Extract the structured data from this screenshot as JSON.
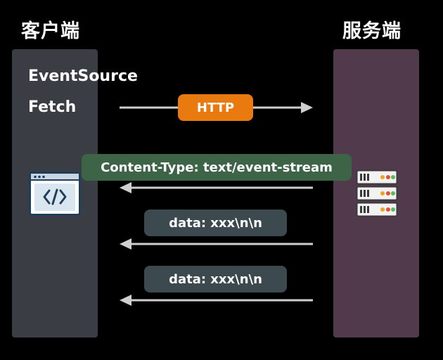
{
  "client": {
    "title": "客户端",
    "labels": [
      "EventSource",
      "Fetch"
    ],
    "icon": "browser-code-icon"
  },
  "server": {
    "title": "服务端",
    "icon": "server-rack-icon"
  },
  "request": {
    "label": "HTTP",
    "direction": "client-to-server",
    "color": "#e87a0f"
  },
  "responses": [
    {
      "label": "Content-Type: text/event-stream",
      "direction": "server-to-client",
      "color": "#3e6447"
    },
    {
      "label": "data: xxx\\n\\n",
      "direction": "server-to-client",
      "color": "#3c4a50"
    },
    {
      "label": "data: xxx\\n\\n",
      "direction": "server-to-client",
      "color": "#3c4a50"
    }
  ],
  "colors": {
    "background": "#000000",
    "client_column": "#3a3d44",
    "server_column": "#523a4d",
    "arrow": "#cfcfcf"
  }
}
